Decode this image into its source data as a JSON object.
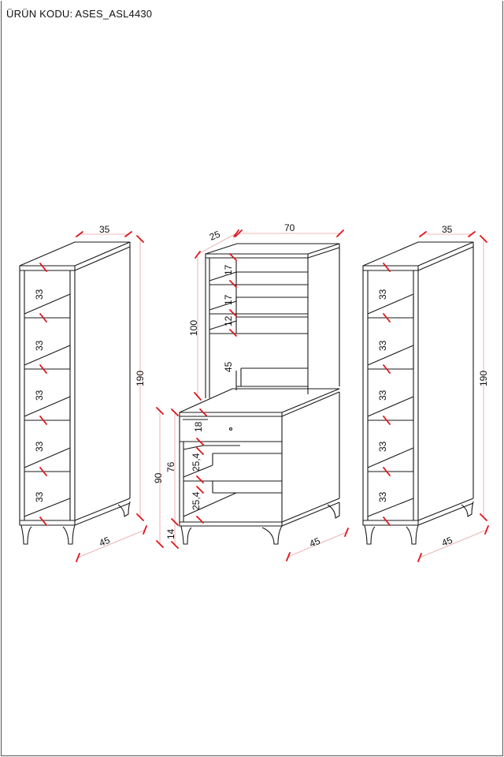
{
  "header": {
    "product_code": "ÜRÜN KODU: ASES_ASL4430"
  },
  "left_unit": {
    "width": "35",
    "height": "190",
    "depth": "45",
    "shelf_gaps": [
      "33",
      "33",
      "33",
      "33",
      "33"
    ]
  },
  "center_unit": {
    "depth": "25",
    "width": "70",
    "upper_height": "100",
    "upper_gaps": [
      "17",
      "17",
      "12",
      "45"
    ],
    "drawer_height": "18",
    "lower_gaps": [
      "25,4",
      "25,4"
    ],
    "total_height": "90",
    "body_height": "76",
    "leg_height": "14",
    "base_depth": "45"
  },
  "right_unit": {
    "width": "35",
    "height": "190",
    "depth": "45",
    "shelf_gaps": [
      "33",
      "33",
      "33",
      "33",
      "33"
    ]
  }
}
